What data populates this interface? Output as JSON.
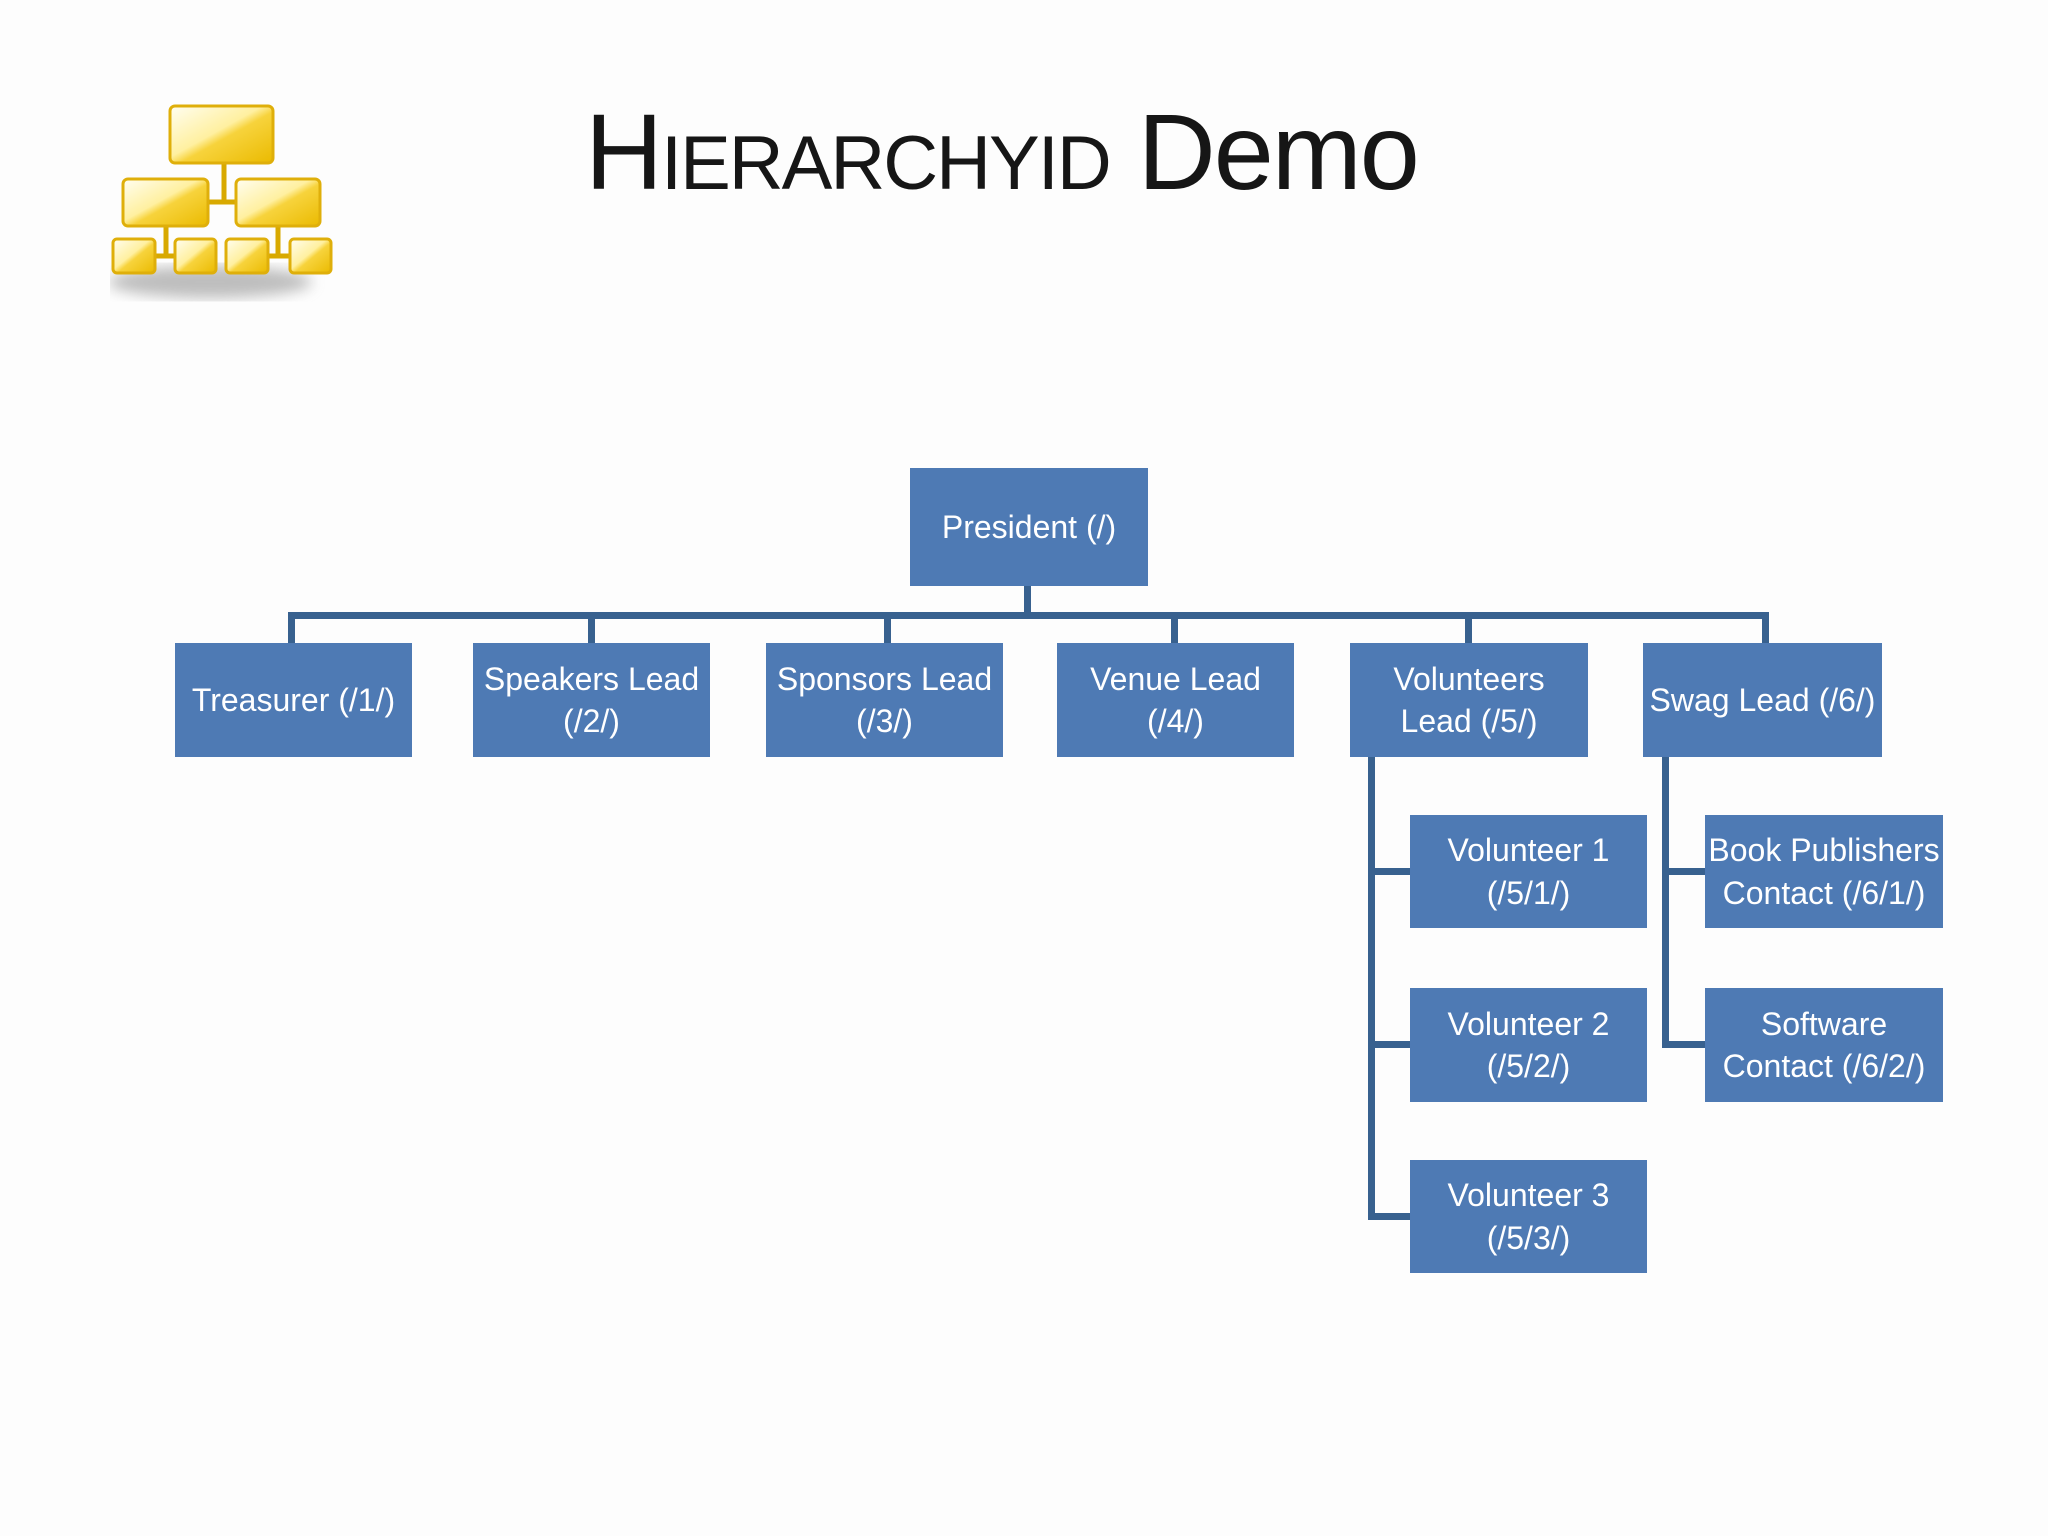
{
  "slide": {
    "title": {
      "main_smallcaps": "Hierarchyid",
      "suffix": " Demo"
    },
    "icon": {
      "name": "org-chart-icon"
    },
    "colors": {
      "node_fill": "#4e7ab4",
      "connector": "#38618f",
      "node_text": "#ffffff",
      "title_text": "#161616",
      "icon_gold": "#f6d23c",
      "icon_border": "#dfaf0a"
    },
    "org_chart": {
      "root": {
        "label": "President (/)",
        "line1": "President (/)",
        "line2": ""
      },
      "level2": [
        {
          "label": "Treasurer (/1/)",
          "line1": "Treasurer (/1/)",
          "line2": ""
        },
        {
          "label": "Speakers Lead (/2/)",
          "line1": "Speakers Lead",
          "line2": "(/2/)"
        },
        {
          "label": "Sponsors Lead (/3/)",
          "line1": "Sponsors Lead",
          "line2": "(/3/)"
        },
        {
          "label": "Venue Lead (/4/)",
          "line1": "Venue Lead",
          "line2": "(/4/)"
        },
        {
          "label": "Volunteers Lead (/5/)",
          "line1": "Volunteers",
          "line2": "Lead (/5/)"
        },
        {
          "label": "Swag Lead (/6/)",
          "line1": "Swag Lead (/6/)",
          "line2": ""
        }
      ],
      "volunteers_children": [
        {
          "label": "Volunteer 1 (/5/1/)",
          "line1": "Volunteer 1",
          "line2": "(/5/1/)"
        },
        {
          "label": "Volunteer 2 (/5/2/)",
          "line1": "Volunteer 2",
          "line2": "(/5/2/)"
        },
        {
          "label": "Volunteer 3 (/5/3/)",
          "line1": "Volunteer 3",
          "line2": "(/5/3/)"
        }
      ],
      "swag_children": [
        {
          "label": "Book Publishers Contact (/6/1/)",
          "line1": "Book Publishers",
          "line2": "Contact (/6/1/)"
        },
        {
          "label": "Software Contact (/6/2/)",
          "line1": "Software",
          "line2": "Contact (/6/2/)"
        }
      ]
    }
  }
}
